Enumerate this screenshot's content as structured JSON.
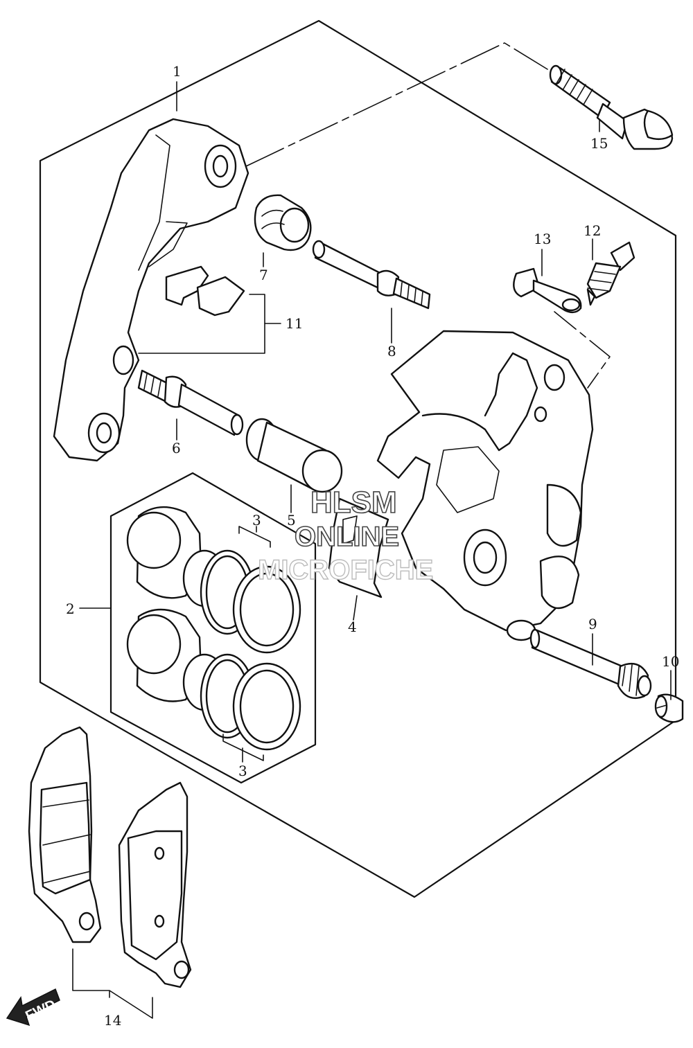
{
  "diagram": {
    "labels": [
      {
        "id": "1",
        "text": "1"
      },
      {
        "id": "2",
        "text": "2"
      },
      {
        "id": "3a",
        "text": "3"
      },
      {
        "id": "3b",
        "text": "3"
      },
      {
        "id": "4",
        "text": "4"
      },
      {
        "id": "5",
        "text": "5"
      },
      {
        "id": "6",
        "text": "6"
      },
      {
        "id": "7",
        "text": "7"
      },
      {
        "id": "8",
        "text": "8"
      },
      {
        "id": "9",
        "text": "9"
      },
      {
        "id": "10",
        "text": "10"
      },
      {
        "id": "11",
        "text": "11"
      },
      {
        "id": "12",
        "text": "12"
      },
      {
        "id": "13",
        "text": "13"
      },
      {
        "id": "14",
        "text": "14"
      },
      {
        "id": "15",
        "text": "15"
      }
    ],
    "watermark": {
      "line1": "HLSM",
      "line2": "ONLINE",
      "line3": "MICROFICHE"
    },
    "fwd_label": "FWD"
  }
}
